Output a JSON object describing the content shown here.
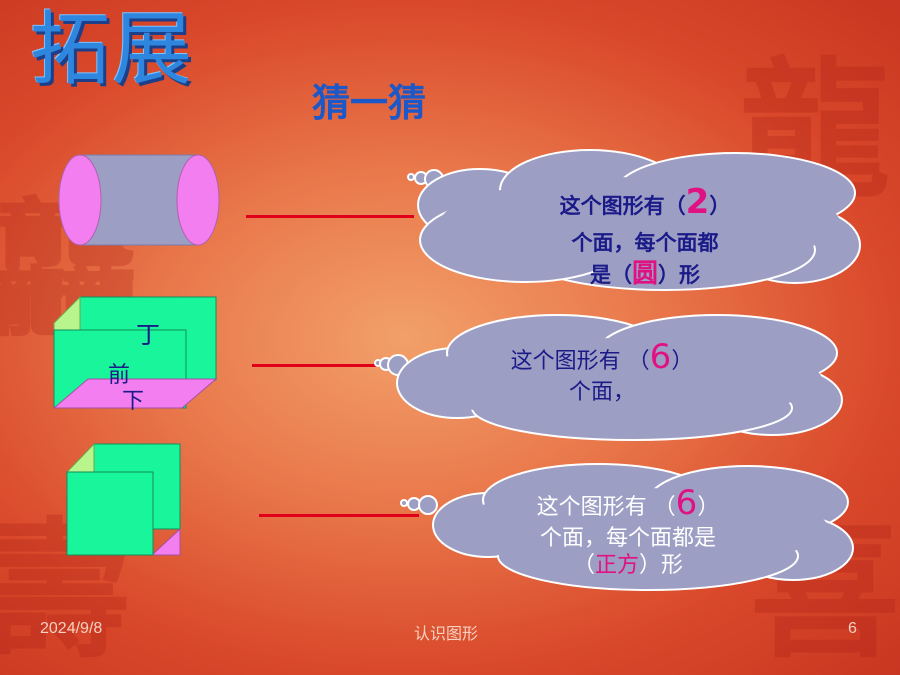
{
  "title": "拓展",
  "subtitle": "猜一猜",
  "clouds": [
    {
      "line1_before": "这个图形有（",
      "line1_answer": "2",
      "line1_after": "）",
      "line2": "个面，每个面都",
      "line3_before": "是（",
      "line3_answer": "圆",
      "line3_after": "）形"
    },
    {
      "line1_before": "这个图形有 （",
      "line1_answer": "6",
      "line1_after": "）",
      "line2": "个面，"
    },
    {
      "line1_before": "这个图形有 （",
      "line1_answer": "6",
      "line1_after": "）",
      "line2": "个面，每个面都是",
      "line3_before": "（",
      "line3_answer": "正方",
      "line3_after": "）形"
    }
  ],
  "prism_labels": {
    "front": "前",
    "bottom": "下",
    "top_partial": "丁"
  },
  "footer": {
    "date": "2024/9/8",
    "center": "认识图形",
    "page": "6"
  },
  "colors": {
    "title_blue": "#2f86de",
    "subtitle_blue": "#1d58c9",
    "cloud_fill": "#9d9ec4",
    "answer_magenta": "#e01283",
    "connector_red": "#e0001a",
    "cylinder_body": "#9d9ec4",
    "cylinder_end": "#f27ef0",
    "face_green": "#19f59a",
    "face_magenta": "#f27ef0",
    "face_lightgreen": "#b8f58c"
  }
}
